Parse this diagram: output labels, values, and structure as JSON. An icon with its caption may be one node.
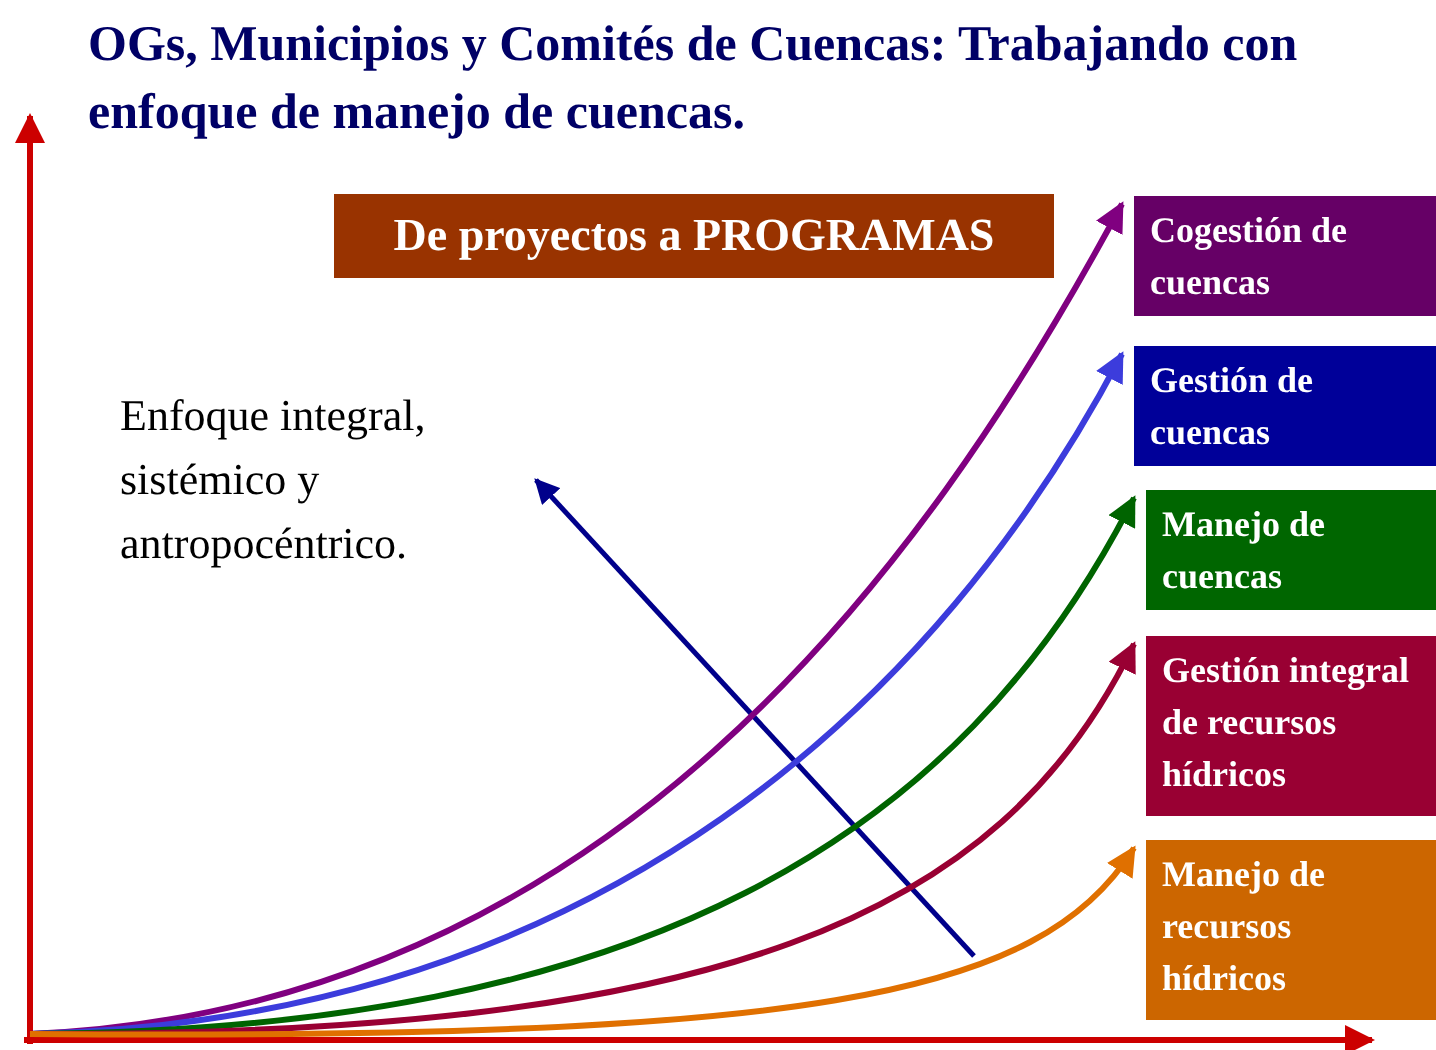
{
  "diagram": {
    "title": "OGs, Municipios y Comités de Cuencas: Trabajando con enfoque de manejo de cuencas.",
    "nodes": [
      {
        "text": [
          "De proyectos a PROGRAMAS"
        ]
      },
      {
        "text": [
          "Enfoque integral, sistémico y antropocéntrico."
        ]
      },
      {
        "text": [
          "Cogestión de cuencas"
        ]
      },
      {
        "text": [
          "Gestión de cuencas"
        ]
      },
      {
        "text": [
          "Manejo de cuencas"
        ]
      },
      {
        "text": [
          "Gestión integral de recursos hídricos"
        ]
      },
      {
        "text": [
          "Manejo de recursos hídricos"
        ]
      }
    ],
    "edges": [
      {
        "from": null,
        "to": 2,
        "arrow": "to",
        "color": "#800080"
      },
      {
        "from": null,
        "to": 3,
        "arrow": "to",
        "color": "#3c3cdc"
      },
      {
        "from": null,
        "to": 4,
        "arrow": "to",
        "color": "#006400"
      },
      {
        "from": null,
        "to": 5,
        "arrow": "to",
        "color": "#990033"
      },
      {
        "from": null,
        "to": 6,
        "arrow": "to",
        "color": "#e07000"
      }
    ]
  }
}
